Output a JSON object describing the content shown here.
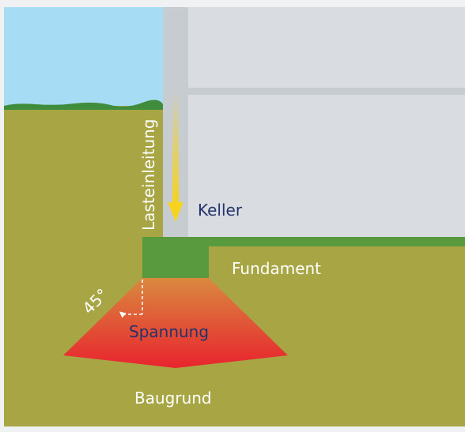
{
  "diagram": {
    "labels": {
      "load_path": "Lasteinleitung",
      "basement": "Keller",
      "foundation": "Fundament",
      "angle": "45°",
      "stress": "Spannung",
      "subsoil": "Baugrund"
    },
    "colors": {
      "frame": "#f0f1f2",
      "sky": "#a6dcf4",
      "soil": "#a8a644",
      "grass": "#3e8c3c",
      "foundation_slab": "#5a9a3e",
      "building_wall": "#c7ccd1",
      "building_interior": "#d9dde1",
      "arrow": "#f5d320",
      "stress_top": "#d9893f",
      "stress_bottom": "#e8242e",
      "label_dark": "#24336b",
      "label_light": "#ffffff"
    }
  }
}
